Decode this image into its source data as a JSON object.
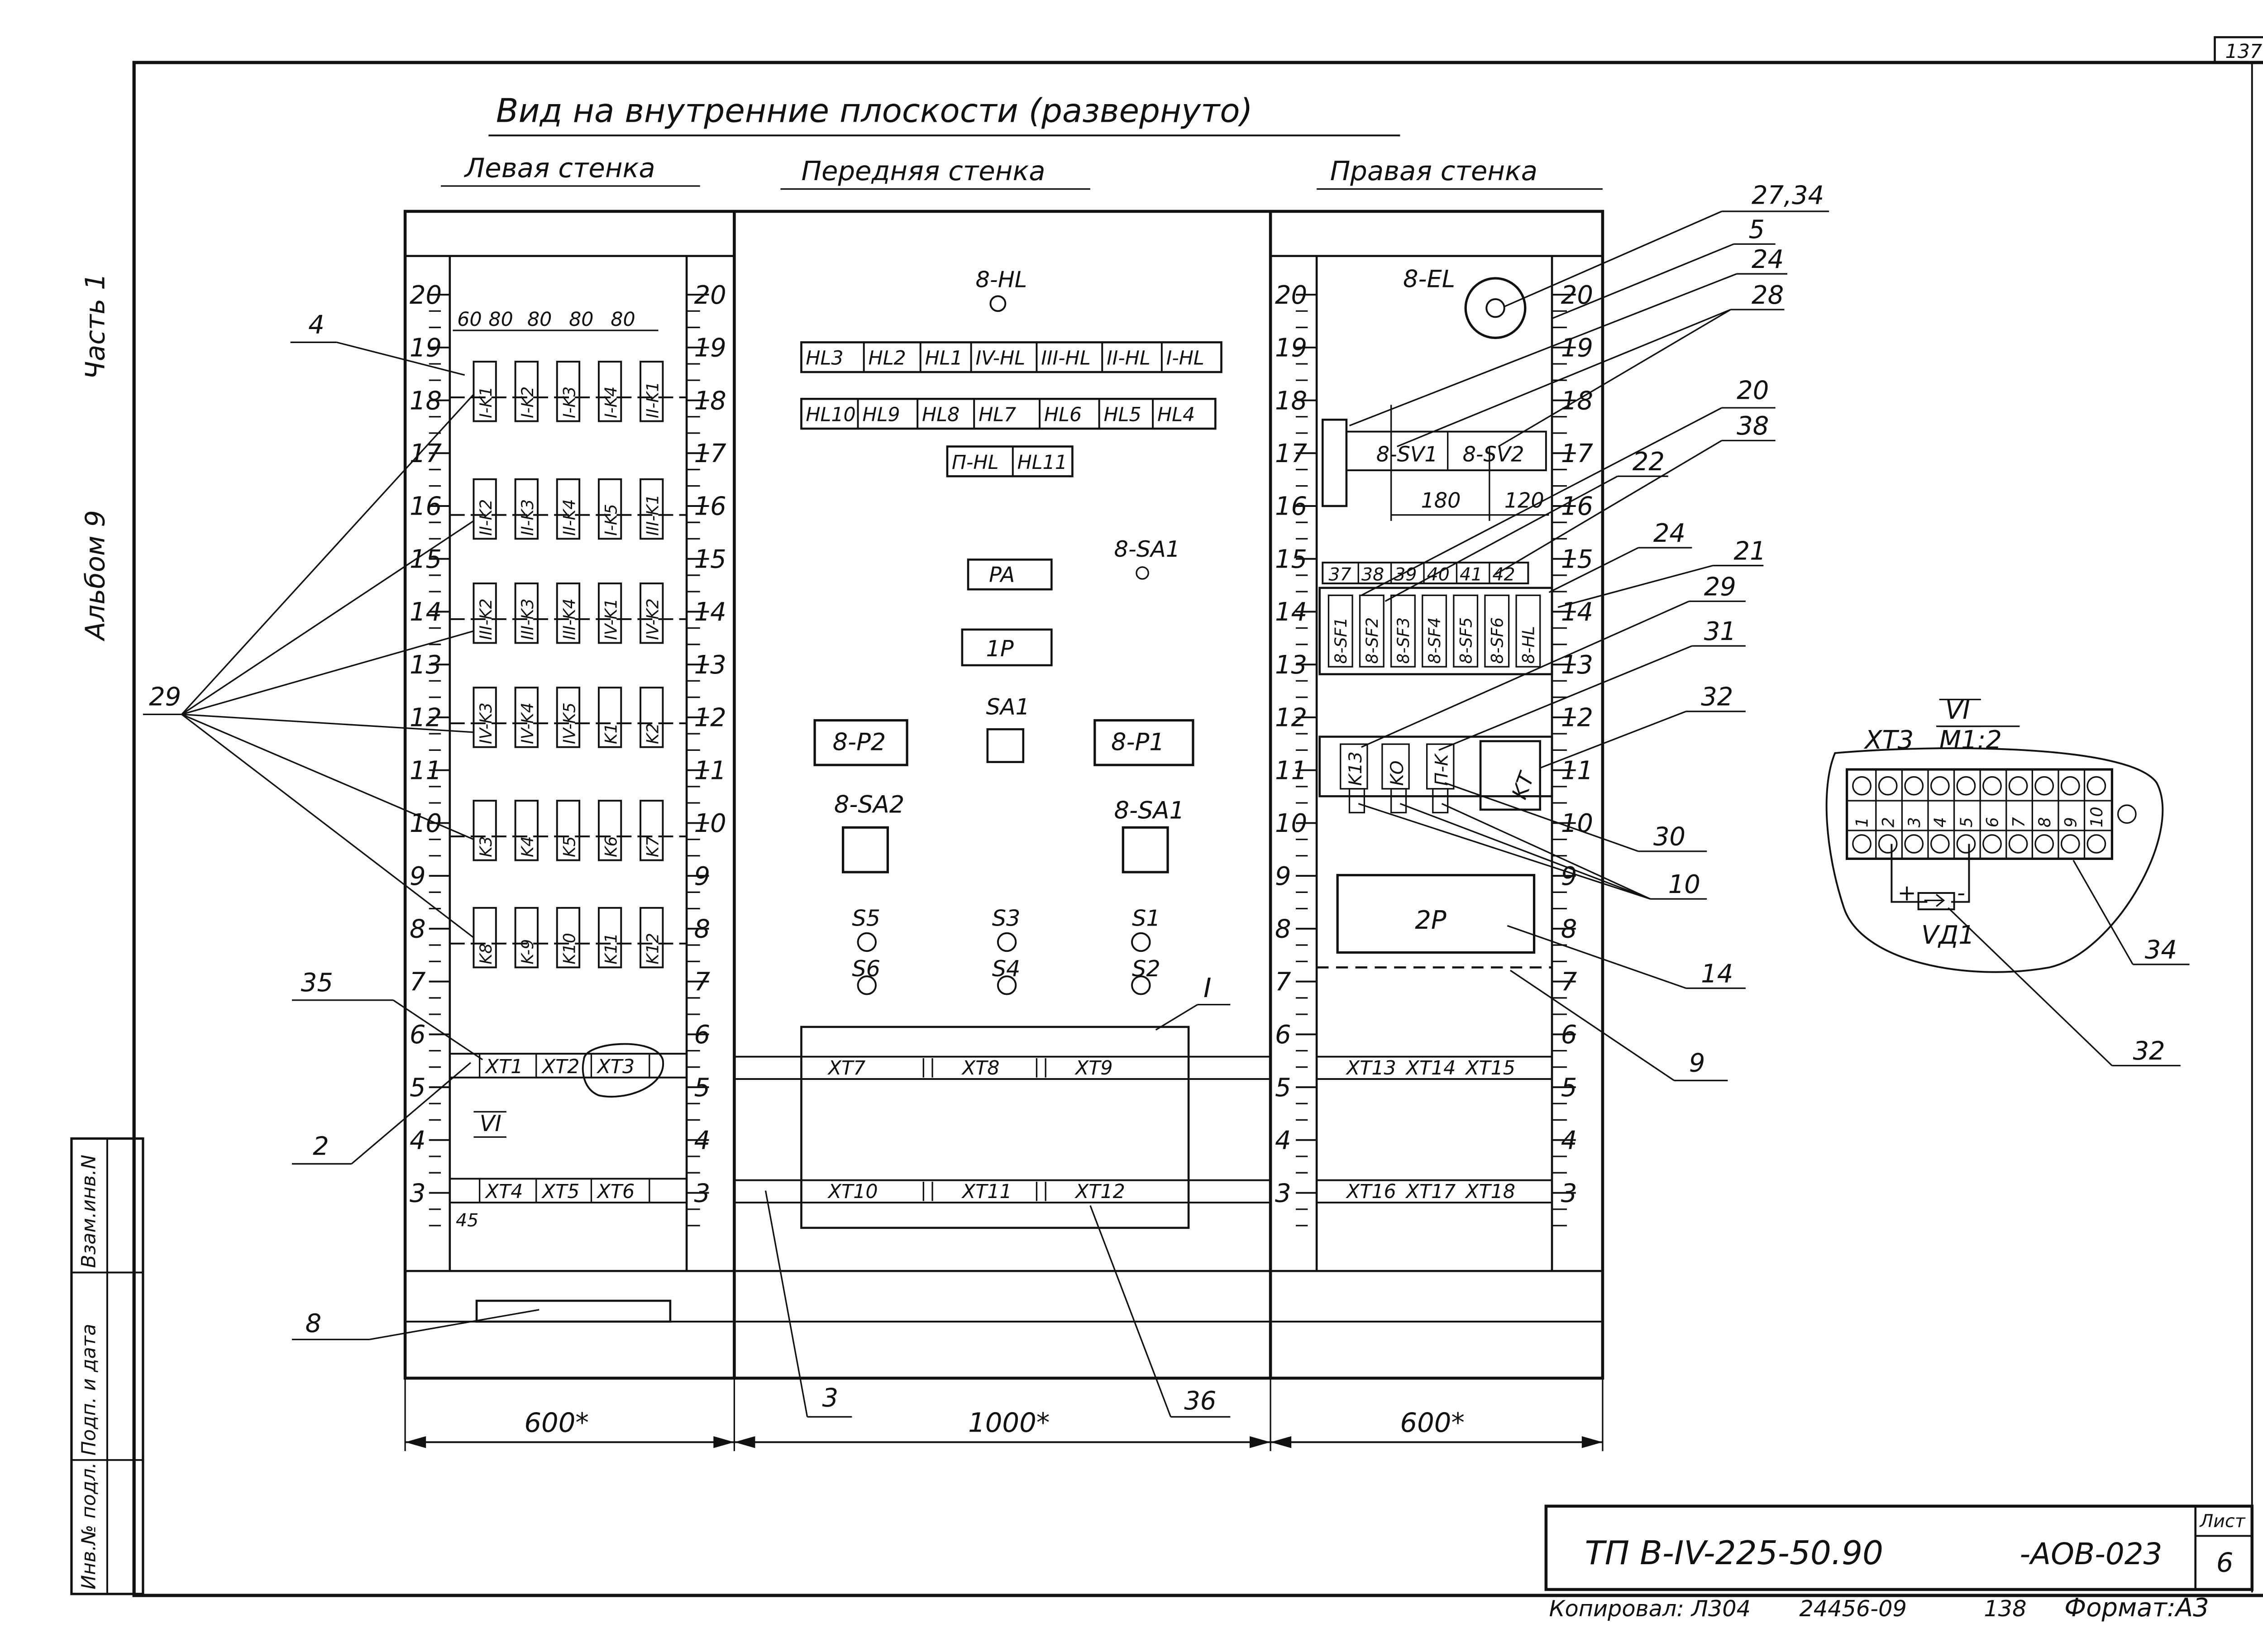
{
  "sheet_number": "137",
  "album": {
    "album_label": "Альбом 9",
    "part_label": "Часть 1"
  },
  "title": "Вид на внутренние плоскости (развернуто)",
  "walls": {
    "left": {
      "label": "Левая стенка",
      "width": "600*",
      "scale": [
        "20",
        "19",
        "18",
        "17",
        "16",
        "15",
        "14",
        "13",
        "12",
        "11",
        "10",
        "9",
        "8",
        "7",
        "6",
        "5",
        "4",
        "3"
      ],
      "dims": [
        "60",
        "80",
        "80",
        "80",
        "80"
      ],
      "relay_rows": [
        [
          "I-K1",
          "I-K2",
          "I-K3",
          "I-K4",
          "II-K1"
        ],
        [
          "II-K2",
          "II-K3",
          "II-K4",
          "I-K5",
          "III-K1"
        ],
        [
          "III-K2",
          "III-K3",
          "III-K4",
          "IV-K1",
          "IV-K2"
        ],
        [
          "IV-K3",
          "IV-K4",
          "IV-K5",
          "K1",
          "K2"
        ],
        [
          "K3",
          "K4",
          "K5",
          "K6",
          "K7"
        ],
        [
          "K8",
          "K-9",
          "K10",
          "K11",
          "K12"
        ]
      ],
      "terminals_top": [
        "XT1",
        "XT2",
        "XT3"
      ],
      "terminals_bottom": [
        "XT4",
        "XT5",
        "XT6"
      ],
      "dim_45": "45",
      "view_mark": "VI"
    },
    "front": {
      "label": "Передняя стенка",
      "width": "1000*",
      "lamp": "8-HL",
      "hl_row1": [
        "HL3",
        "HL2",
        "HL1",
        "IV-HL",
        "III-HL",
        "II-HL",
        "I-HL"
      ],
      "hl_row2": [
        "HL10",
        "HL9",
        "HL8",
        "HL7",
        "HL6",
        "HL5",
        "HL4"
      ],
      "hl_row3": [
        "П-HL",
        "HL11"
      ],
      "sa1_small": "8-SA1",
      "pa": "PA",
      "p1": "1P",
      "sa1": "SA1",
      "p8_2": "8-P2",
      "p8_1": "8-P1",
      "sa2": "8-SA2",
      "sa1_big": "8-SA1",
      "switches": [
        "S5",
        "S3",
        "S1",
        "S6",
        "S4",
        "S2"
      ],
      "section_mark": "I",
      "terminals_top": [
        "XT7",
        "XT8",
        "XT9"
      ],
      "terminals_bottom": [
        "XT10",
        "XT11",
        "XT12"
      ]
    },
    "right": {
      "label": "Правая стенка",
      "width": "600*",
      "scale": [
        "20",
        "19",
        "18",
        "17",
        "16",
        "15",
        "14",
        "13",
        "12",
        "11",
        "10",
        "9",
        "8",
        "7",
        "6",
        "5",
        "4",
        "3"
      ],
      "el": "8-EL",
      "sv": [
        "8-SV1",
        "8-SV2"
      ],
      "dims": [
        "180",
        "120"
      ],
      "sf_numbers": [
        "37",
        "38",
        "39",
        "40",
        "41",
        "42"
      ],
      "sf": [
        "8-SF1",
        "8-SF2",
        "8-SF3",
        "8-SF4",
        "8-SF5",
        "8-SF6",
        "8-HL"
      ],
      "relays": [
        "K13",
        "KO",
        "П-K",
        "KT"
      ],
      "p2": "2P",
      "terminals_top": [
        "XT13",
        "XT14",
        "XT15"
      ],
      "terminals_bottom": [
        "XT16",
        "XT17",
        "XT18"
      ]
    }
  },
  "callouts": {
    "c4": "4",
    "c29": "29",
    "c35": "35",
    "c2": "2",
    "c8": "8",
    "c3": "3",
    "c36": "36",
    "c27_34": "27,34",
    "c5": "5",
    "c24a": "24",
    "c28": "28",
    "c20": "20",
    "c22": "22",
    "c38": "38",
    "c24b": "24",
    "c21": "21",
    "c29b": "29",
    "c31": "31",
    "c32": "32",
    "c30": "30",
    "c10": "10",
    "c14": "14",
    "c9": "9"
  },
  "detail": {
    "mark": "VI",
    "label": "XT3",
    "scale": "M1:2",
    "terminals": [
      "1",
      "2",
      "3",
      "4",
      "5",
      "6",
      "7",
      "8",
      "9",
      "10"
    ],
    "diode": "VД1",
    "plus": "+",
    "minus": "-",
    "callout_34": "34",
    "callout_32": "32"
  },
  "side_stamp": [
    "Инв.№ подл.",
    "Подп. и дата",
    "Взам.инв.N"
  ],
  "title_block": {
    "code": "ТП В-IV-225-50.90",
    "suffix": "-АОВ-023",
    "sheet_label": "Лист",
    "sheet_value": "6"
  },
  "footer": {
    "copied": "Копировал: Л304",
    "order": "24456-09",
    "page": "138",
    "format": "Формат:А3"
  }
}
